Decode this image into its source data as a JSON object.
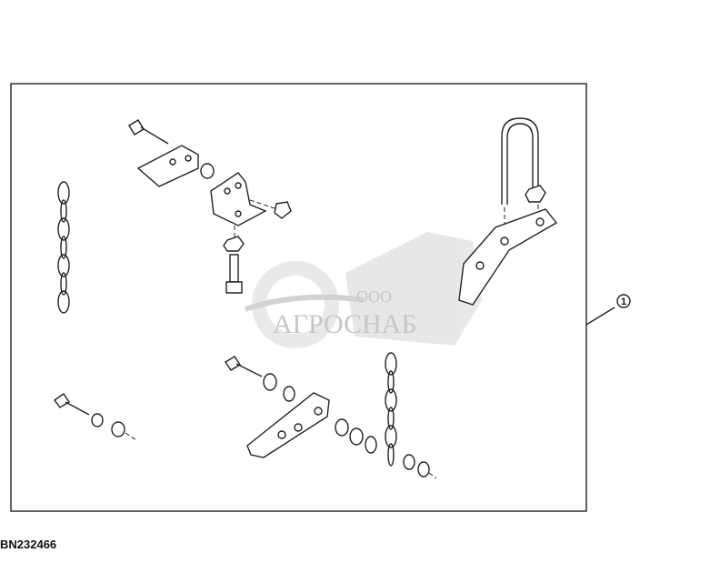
{
  "figure_id": "BN232466",
  "callouts": [
    {
      "number": "1"
    }
  ],
  "watermark": {
    "prefix": "ООО",
    "name": "АГРОСНАБ"
  },
  "colors": {
    "line": "#222222",
    "watermark": "#c0c0c0"
  }
}
